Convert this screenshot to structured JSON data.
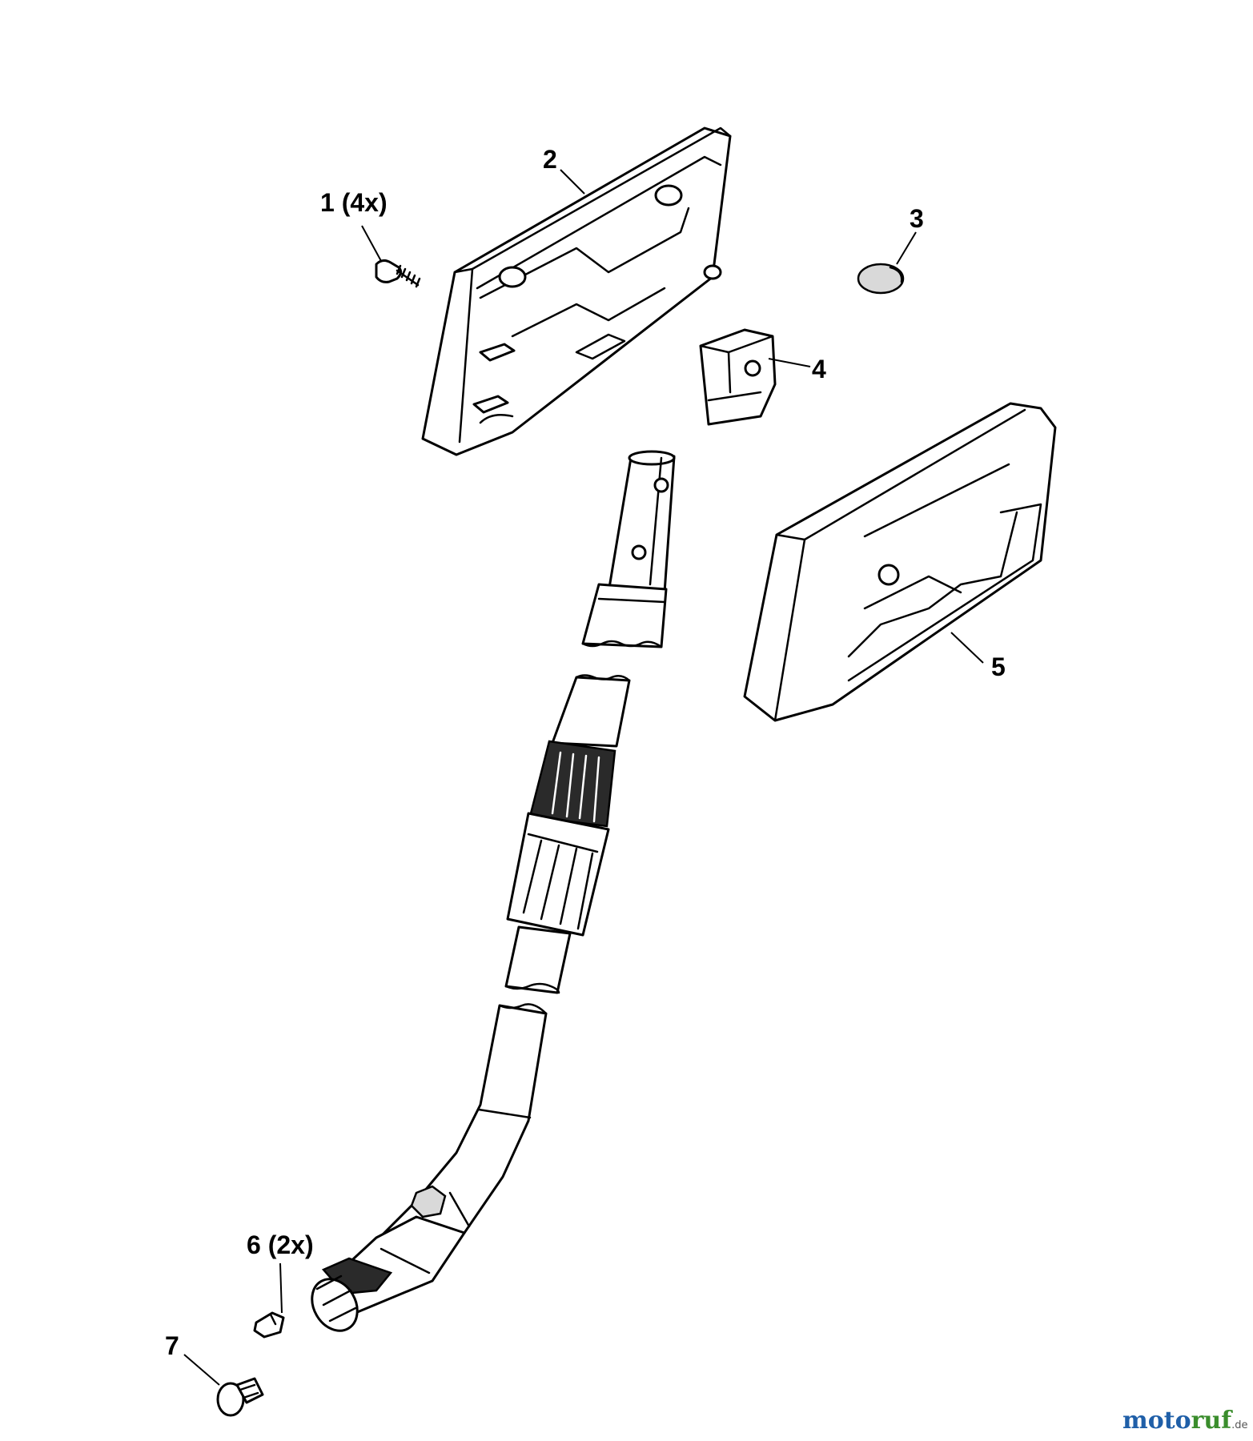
{
  "callouts": {
    "c1": "1 (4x)",
    "c2": "2",
    "c3": "3",
    "c4": "4",
    "c5": "5",
    "c6": "6 (2x)",
    "c7": "7"
  },
  "watermark": {
    "part1": "moto",
    "part2": "ruf",
    "suffix": ".de",
    "colors": {
      "moto": "#1f5fa8",
      "ruf": "#3a8d2c",
      "suffix": "#555555"
    }
  }
}
